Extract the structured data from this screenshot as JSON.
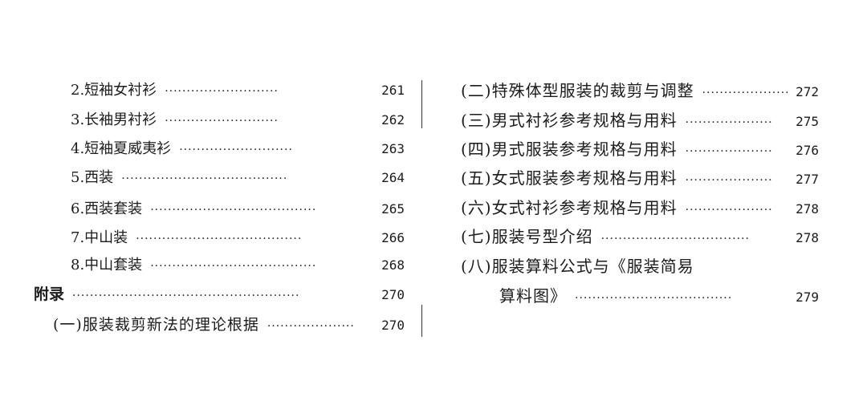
{
  "left": {
    "items": [
      {
        "title": "2.短袖女衬衫",
        "dots": "··························",
        "page": "261"
      },
      {
        "title": "3.长袖男衬衫",
        "dots": "··························",
        "page": "262"
      },
      {
        "title": "4.短袖夏威夷衫",
        "dots": "··························",
        "page": "263"
      },
      {
        "title": "5.西装",
        "dots": "······································",
        "page": "264"
      },
      {
        "title": "6.西装套装",
        "dots": "······································",
        "page": "265"
      },
      {
        "title": "7.中山装",
        "dots": "······································",
        "page": "266"
      },
      {
        "title": "8.中山套装",
        "dots": "······································",
        "page": "268"
      }
    ],
    "appendix": {
      "title": "附录",
      "dots": "····················································",
      "page": "270"
    },
    "appendix_1": {
      "title": "(一)服装裁剪新法的理论根据",
      "dots": "····················",
      "page": "270"
    }
  },
  "right": {
    "items": [
      {
        "title": "(二)特殊体型服装的裁剪与调整",
        "dots": "····················",
        "page": "272"
      },
      {
        "title": "(三)男式衬衫参考规格与用料",
        "dots": "····················",
        "page": "275"
      },
      {
        "title": "(四)男式服装参考规格与用料",
        "dots": "····················",
        "page": "276"
      },
      {
        "title": "(五)女式服装参考规格与用料",
        "dots": "····················",
        "page": "277"
      },
      {
        "title": "(六)女式衬衫参考规格与用料",
        "dots": "····················",
        "page": "278"
      },
      {
        "title": "(七)服装号型介绍",
        "dots": "··································",
        "page": "278"
      }
    ],
    "item_8_line1": "(八)服装算料公式与《服装简易",
    "item_8_line2": {
      "title": "算料图》",
      "dots": "····································",
      "page": "279"
    }
  }
}
